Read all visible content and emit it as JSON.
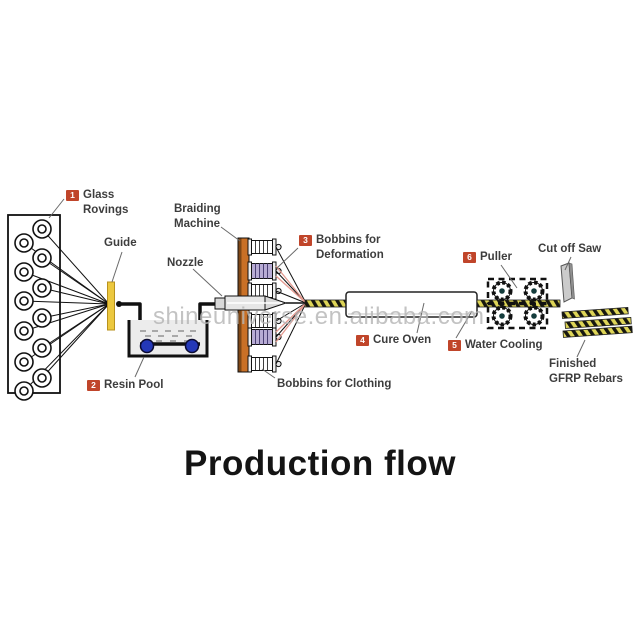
{
  "title": "Production flow",
  "watermark": "shineuniverse.en.alibaba.com",
  "labels": {
    "glass_rovings": {
      "num": "1",
      "line1": "Glass",
      "line2": "Rovings"
    },
    "guide": {
      "text": "Guide"
    },
    "braiding_machine": {
      "line1": "Braiding",
      "line2": "Machine"
    },
    "nozzle": {
      "text": "Nozzle"
    },
    "bobbins_deformation": {
      "num": "3",
      "line1": "Bobbins for",
      "line2": "Deformation"
    },
    "resin_pool": {
      "num": "2",
      "text": "Resin Pool"
    },
    "bobbins_clothing": {
      "text": "Bobbins for Clothing"
    },
    "cure_oven": {
      "num": "4",
      "text": "Cure Oven"
    },
    "water_cooling": {
      "num": "5",
      "text": "Water Cooling"
    },
    "puller": {
      "num": "6",
      "text": "Puller"
    },
    "cut_off_saw": {
      "text": "Cut off Saw"
    },
    "finished_rebars": {
      "line1": "Finished",
      "line2": "GFRP Rebars"
    }
  },
  "colors": {
    "badge_red": "#c0452a",
    "machine_orange": "#c97026",
    "machine_orange_dark": "#7e4716",
    "guide_yellow": "#ecc83f",
    "roller_blue": "#2438b8",
    "rod_yellow": "#ded557",
    "bobbin_purple": "#b7abd4",
    "label_text": "#3d3d3d",
    "watermark_gray": "#b5b5b5"
  }
}
